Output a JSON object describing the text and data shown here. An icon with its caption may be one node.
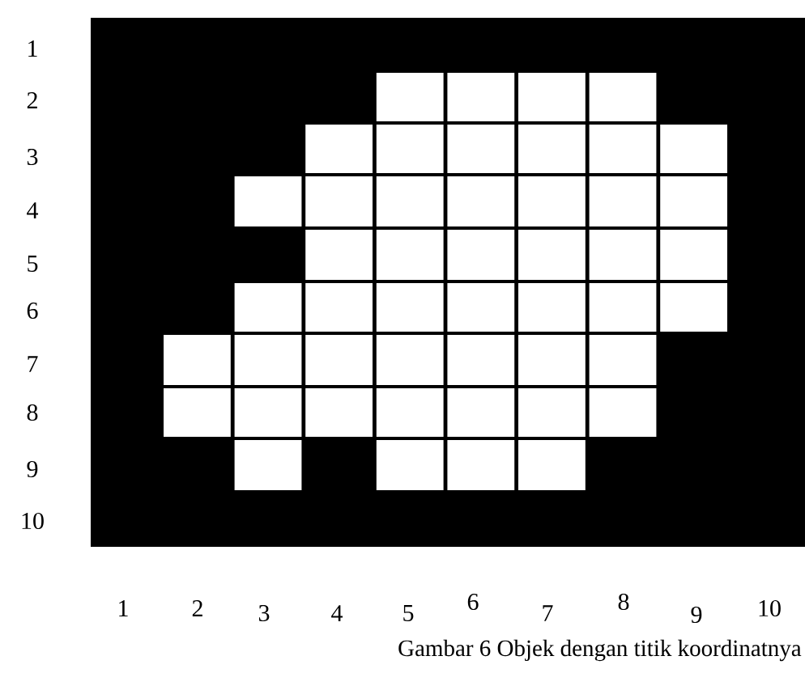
{
  "diagram": {
    "caption": "Gambar 6 Objek dengan titik koordinatnya",
    "labels": [
      "1",
      "2",
      "3",
      "4",
      "5",
      "6",
      "7",
      "8",
      "9",
      "10",
      "1",
      "2",
      "3",
      "4",
      "5",
      "6",
      "7",
      "8",
      "9",
      "10"
    ]
  }
}
